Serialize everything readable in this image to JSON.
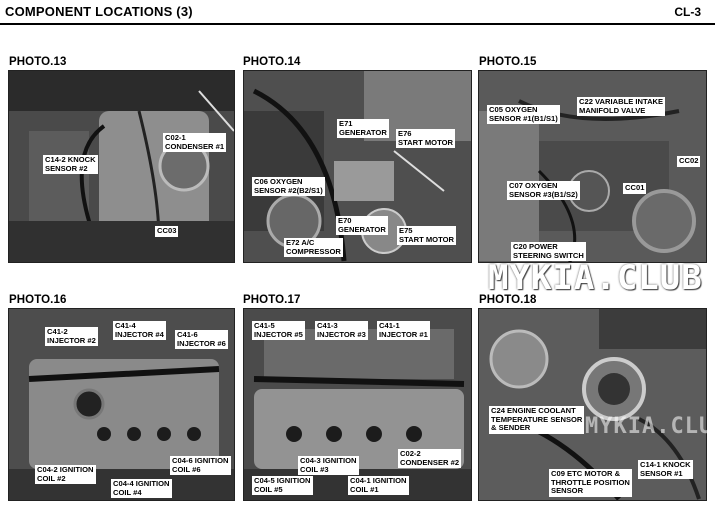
{
  "header": {
    "title": "COMPONENT LOCATIONS (3)",
    "page_code": "CL-3"
  },
  "photos": [
    {
      "title": "PHOTO.13",
      "labels": [
        {
          "l1": "C02-1",
          "l2": "CONDENSER #1"
        },
        {
          "l1": "C14-2 KNOCK",
          "l2": "SENSOR #2"
        },
        {
          "l1": "CC03"
        }
      ]
    },
    {
      "title": "PHOTO.14",
      "labels": [
        {
          "l1": "E71",
          "l2": "GENERATOR"
        },
        {
          "l1": "E76",
          "l2": "START MOTOR"
        },
        {
          "l1": "C06 OXYGEN",
          "l2": "SENSOR #2(B2/S1)"
        },
        {
          "l1": "E70",
          "l2": "GENERATOR"
        },
        {
          "l1": "E75",
          "l2": "START MOTOR"
        },
        {
          "l1": "E72 A/C",
          "l2": "COMPRESSOR"
        }
      ]
    },
    {
      "title": "PHOTO.15",
      "labels": [
        {
          "l1": "C05 OXYGEN",
          "l2": "SENSOR #1(B1/S1)"
        },
        {
          "l1": "C22 VARIABLE  INTAKE",
          "l2": "MANIFOLD VALVE"
        },
        {
          "l1": "CC02"
        },
        {
          "l1": "CC01"
        },
        {
          "l1": "C07 OXYGEN",
          "l2": "SENSOR #3(B1/S2)"
        },
        {
          "l1": "C20 POWER",
          "l2": "STEERING SWITCH"
        }
      ]
    },
    {
      "title": "PHOTO.16",
      "labels": [
        {
          "l1": "C41-2",
          "l2": "INJECTOR #2"
        },
        {
          "l1": "C41-4",
          "l2": "INJECTOR #4"
        },
        {
          "l1": "C41-6",
          "l2": "INJECTOR #6"
        },
        {
          "l1": "C04-6 IGNITION",
          "l2": "COIL #6"
        },
        {
          "l1": "C04-2 IGNITION",
          "l2": "COIL #2"
        },
        {
          "l1": "C04-4 IGNITION",
          "l2": "COIL #4"
        }
      ]
    },
    {
      "title": "PHOTO.17",
      "labels": [
        {
          "l1": "C41-5",
          "l2": "INJECTOR #5"
        },
        {
          "l1": "C41-3",
          "l2": "INJECTOR #3"
        },
        {
          "l1": "C41-1",
          "l2": "INJECTOR #1"
        },
        {
          "l1": "C04-3 IGNITION",
          "l2": "COIL #3"
        },
        {
          "l1": "C02-2",
          "l2": "CONDENSER #2"
        },
        {
          "l1": "C04-5 IGNITION",
          "l2": "COIL #5"
        },
        {
          "l1": "C04-1 IGNITION",
          "l2": "COIL #1"
        }
      ]
    },
    {
      "title": "PHOTO.18",
      "labels": [
        {
          "l1": "C24 ENGINE COOLANT",
          "l2": "TEMPERATURE SENSOR",
          "l3": "& SENDER"
        },
        {
          "l1": "C09 ETC MOTOR &",
          "l2": "THROTTLE POSITION",
          "l3": "SENSOR"
        },
        {
          "l1": "C14-1 KNOCK",
          "l2": "SENSOR #1"
        }
      ]
    }
  ],
  "watermarks": {
    "main": "MYKIA.CLUB",
    "secondary": "MYKIA.CLUB"
  }
}
